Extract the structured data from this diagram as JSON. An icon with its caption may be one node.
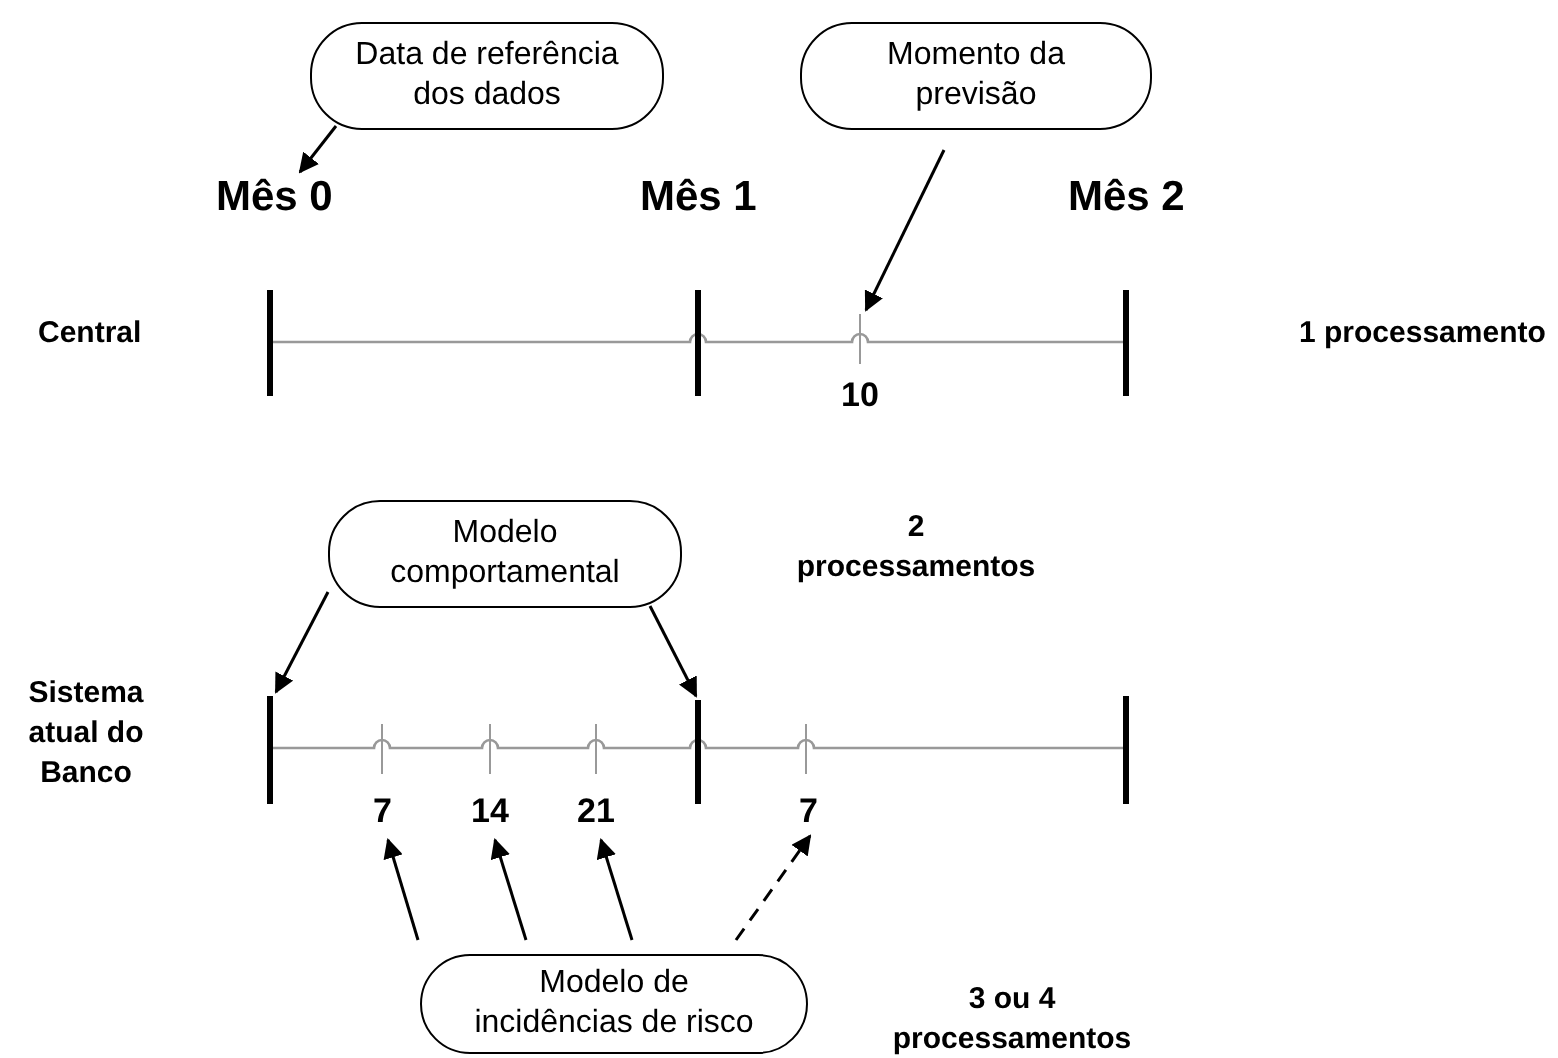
{
  "diagram": {
    "nodes": [
      {
        "text": [
          "Data de referência dos dados"
        ]
      },
      {
        "text": [
          "Momento da previsão"
        ]
      },
      {
        "text": [
          "Modelo comportamental"
        ]
      },
      {
        "text": [
          "Modelo de incidências de risco"
        ]
      },
      {
        "text": [
          "Mês 0"
        ]
      },
      {
        "text": [],
        "shape": "bar"
      },
      {
        "text": [],
        "shape": "bar"
      },
      {
        "text": [],
        "shape": "bar"
      },
      {
        "text": [
          "7"
        ]
      },
      {
        "text": [
          "14"
        ]
      },
      {
        "text": [
          "21"
        ]
      },
      {
        "text": [
          "7"
        ]
      }
    ],
    "edges": [
      {
        "from": 0,
        "to": 4,
        "arrow": "to"
      },
      {
        "from": 1,
        "to": 5,
        "arrow": "to"
      },
      {
        "from": 2,
        "to": 6,
        "arrow": "to"
      },
      {
        "from": 2,
        "to": 7,
        "arrow": "to"
      },
      {
        "from": 3,
        "to": 8,
        "arrow": "to"
      },
      {
        "from": 3,
        "to": 9,
        "arrow": "to"
      },
      {
        "from": 3,
        "to": 10,
        "arrow": "to"
      },
      {
        "from": 3,
        "to": 11,
        "arrow": "to",
        "style": "dashed"
      }
    ],
    "labels": [
      "Mês 1",
      "Mês 2",
      "Central",
      "1 processamento",
      "10",
      "2 processamentos",
      "Sistema atual do Banco",
      "3 ou 4 processamentos"
    ]
  }
}
